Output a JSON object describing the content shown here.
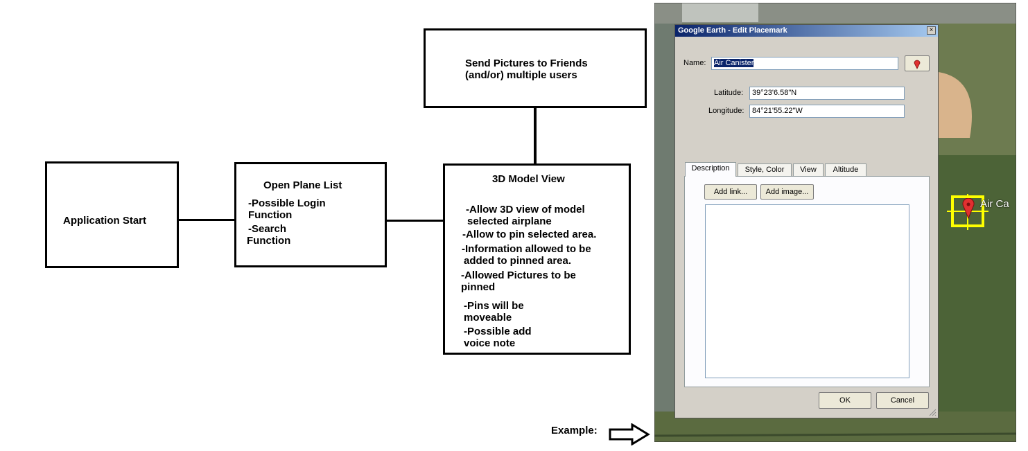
{
  "diagram": {
    "nodes": {
      "app_start": {
        "label": "Application Start"
      },
      "plane_list": {
        "title": "Open Plane List",
        "lines": [
          "-Possible Login",
          "Function",
          "-Search",
          "Function"
        ]
      },
      "model_view": {
        "title": "3D Model View",
        "lines": [
          "-Allow 3D view of model",
          "selected airplane",
          "-Allow to pin selected area.",
          "-Information allowed to be",
          "added to pinned area.",
          "-Allowed Pictures to be",
          "pinned",
          "-Pins will be",
          "moveable",
          "-Possible add",
          "voice note"
        ]
      },
      "send_pictures": {
        "lines": [
          "Send Pictures to Friends",
          "(and/or) multiple users"
        ]
      }
    },
    "edges": [
      {
        "from": "app_start",
        "to": "plane_list"
      },
      {
        "from": "plane_list",
        "to": "model_view"
      },
      {
        "from": "model_view",
        "to": "send_pictures"
      }
    ],
    "example_label": "Example:"
  },
  "dialog": {
    "title": "Google Earth - Edit Placemark",
    "close_glyph": "×",
    "name_label": "Name:",
    "name_value": "Air Canister",
    "latitude_label": "Latitude:",
    "latitude_value": "39°23'6.58\"N",
    "longitude_label": "Longitude:",
    "longitude_value": "84°21'55.22\"W",
    "tabs": [
      "Description",
      "Style, Color",
      "View",
      "Altitude"
    ],
    "add_link_label": "Add link...",
    "add_image_label": "Add image...",
    "ok_label": "OK",
    "cancel_label": "Cancel"
  },
  "map": {
    "placemark_label": "Air Ca",
    "pin_color": "#e03030",
    "highlight_color": "#ffff00"
  }
}
